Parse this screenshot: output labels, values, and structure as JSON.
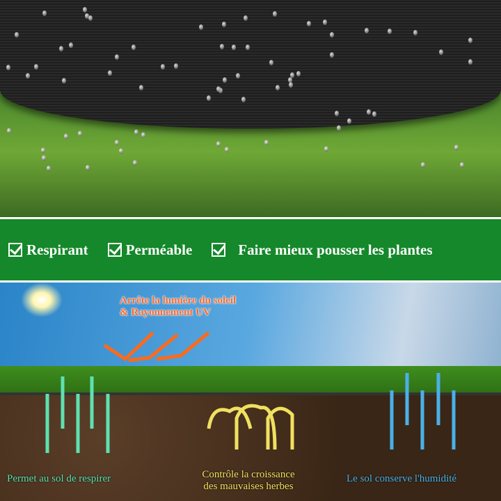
{
  "features": [
    {
      "icon": "checkbox-icon",
      "label": "Respirant"
    },
    {
      "icon": "checkbox-icon",
      "label": "Perméable"
    },
    {
      "icon": "checkbox-icon",
      "label": "Faire mieux pousser les plantes"
    }
  ],
  "uv_caption": {
    "line1": "Arrête la lumière du soleil",
    "line2": "& Rayonnement UV"
  },
  "captions": {
    "breathe": "Permet au sol de respirer",
    "weeds_line1": "Contrôle la croissance",
    "weeds_line2": "des mauvaises herbes",
    "moisture": "Le sol conserve l'humidité"
  },
  "colors": {
    "band": "#14882a",
    "uv": "#ff6a2a",
    "breathe": "#5fe0b0",
    "weeds": "#f0e060",
    "moisture": "#4ab0e8"
  }
}
